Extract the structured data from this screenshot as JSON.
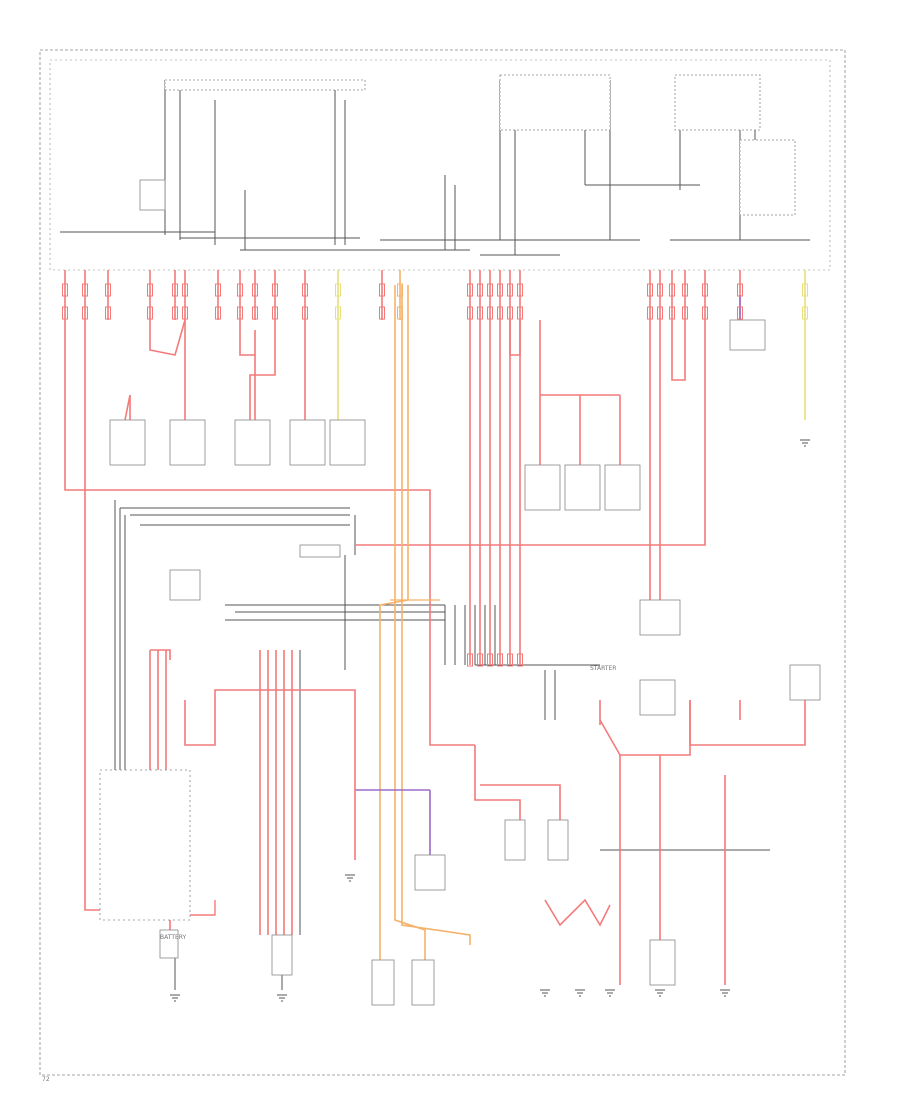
{
  "diagram": {
    "colors": {
      "red": "#f47a7a",
      "orange": "#f5b26b",
      "yellow": "#e8e07a",
      "purple": "#9b6bc9",
      "black": "#555555",
      "ink": "#888888"
    },
    "labels": {
      "ground": "G",
      "battery": "BATTERY",
      "starter": "STARTER",
      "page_ref": "72"
    }
  }
}
